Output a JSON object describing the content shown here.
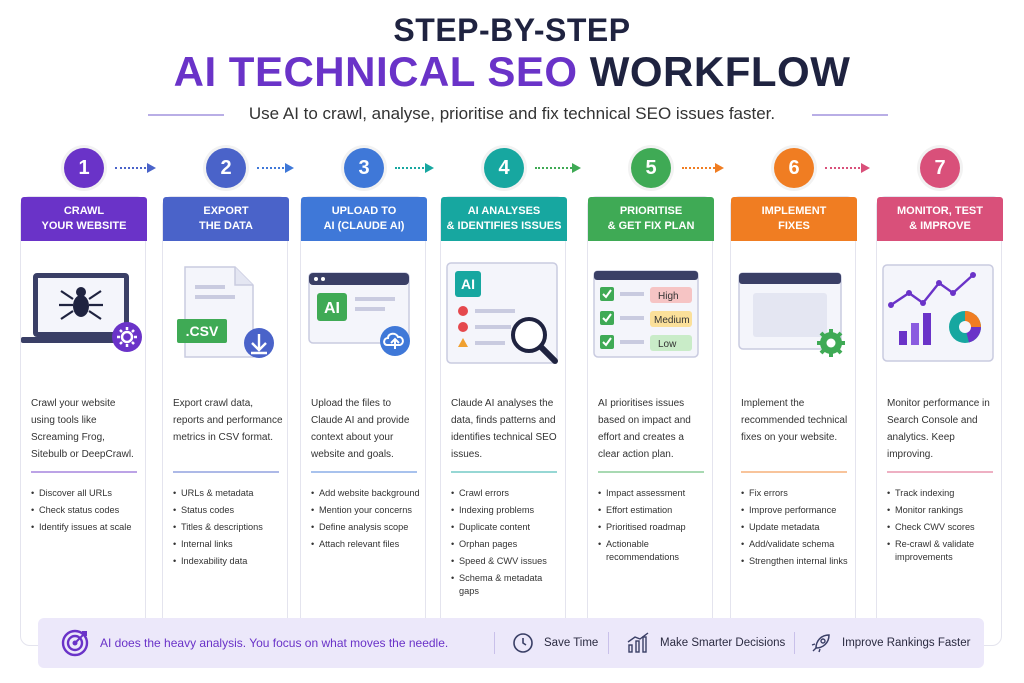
{
  "header": {
    "title_line1": "STEP-BY-STEP",
    "title_line2_a": "AI TECHNICAL SEO",
    "title_line2_b": "WORKFLOW",
    "subtitle": "Use AI to crawl, analyse, prioritise and fix technical SEO issues faster."
  },
  "colors": {
    "step1": "#6a33c8",
    "step2": "#4a63c9",
    "step3": "#3f78d8",
    "step4": "#17a7a0",
    "step5": "#3faa55",
    "step6": "#f07d22",
    "step7": "#d9507a",
    "footer_bg": "#ece8fa"
  },
  "steps": [
    {
      "num": "1",
      "head_line1": "CRAWL",
      "head_line2": "YOUR WEBSITE",
      "desc": "Crawl your website using tools like Screaming Frog, Sitebulb or DeepCrawl.",
      "bullets": [
        "Discover all URLs",
        "Check status codes",
        "Identify issues at scale"
      ],
      "icon": "laptop-spider-icon"
    },
    {
      "num": "2",
      "head_line1": "EXPORT",
      "head_line2": "THE DATA",
      "desc": "Export crawl data, reports and performance metrics in CSV format.",
      "bullets": [
        "URLs & metadata",
        "Status codes",
        "Titles & descriptions",
        "Internal links",
        "Indexability data"
      ],
      "icon": "csv-file-icon",
      "file_label": ".CSV"
    },
    {
      "num": "3",
      "head_line1": "UPLOAD TO",
      "head_line2": "AI (CLAUDE AI)",
      "desc": "Upload the files to Claude AI and provide context about your website and goals.",
      "bullets": [
        "Add website background",
        "Mention your concerns",
        "Define analysis scope",
        "Attach relevant files"
      ],
      "icon": "ai-upload-icon",
      "badge": "AI"
    },
    {
      "num": "4",
      "head_line1": "AI ANALYSES",
      "head_line2": "& IDENTIFIES ISSUES",
      "desc": "Claude AI analyses the data, finds patterns and identifies technical SEO issues.",
      "bullets": [
        "Crawl errors",
        "Indexing problems",
        "Duplicate content",
        "Orphan pages",
        "Speed & CWV issues",
        "Schema & metadata gaps"
      ],
      "icon": "ai-magnifier-icon",
      "badge": "AI"
    },
    {
      "num": "5",
      "head_line1": "PRIORITISE",
      "head_line2": "& GET FIX PLAN",
      "desc": "AI prioritises issues based on impact and effort and creates a clear action plan.",
      "bullets": [
        "Impact assessment",
        "Effort estimation",
        "Prioritised roadmap",
        "Actionable recommendations"
      ],
      "icon": "priority-checklist-icon",
      "levels": [
        "High",
        "Medium",
        "Low"
      ]
    },
    {
      "num": "6",
      "head_line1": "IMPLEMENT",
      "head_line2": "FIXES",
      "desc": "Implement the recommended technical fixes on your website.",
      "bullets": [
        "Fix errors",
        "Improve performance",
        "Update metadata",
        "Add/validate schema",
        "Strengthen internal links"
      ],
      "icon": "code-gear-icon",
      "code_glyph": "</>"
    },
    {
      "num": "7",
      "head_line1": "MONITOR, TEST",
      "head_line2": "& IMPROVE",
      "desc": "Monitor performance in Search Console and analytics. Keep improving.",
      "bullets": [
        "Track indexing",
        "Monitor rankings",
        "Check CWV scores",
        "Re-crawl & validate improvements"
      ],
      "icon": "analytics-chart-icon"
    }
  ],
  "footer": {
    "tagline": "AI does the heavy analysis. You focus on what moves the needle.",
    "items": [
      "Save Time",
      "Make Smarter Decisions",
      "Improve Rankings Faster"
    ]
  }
}
